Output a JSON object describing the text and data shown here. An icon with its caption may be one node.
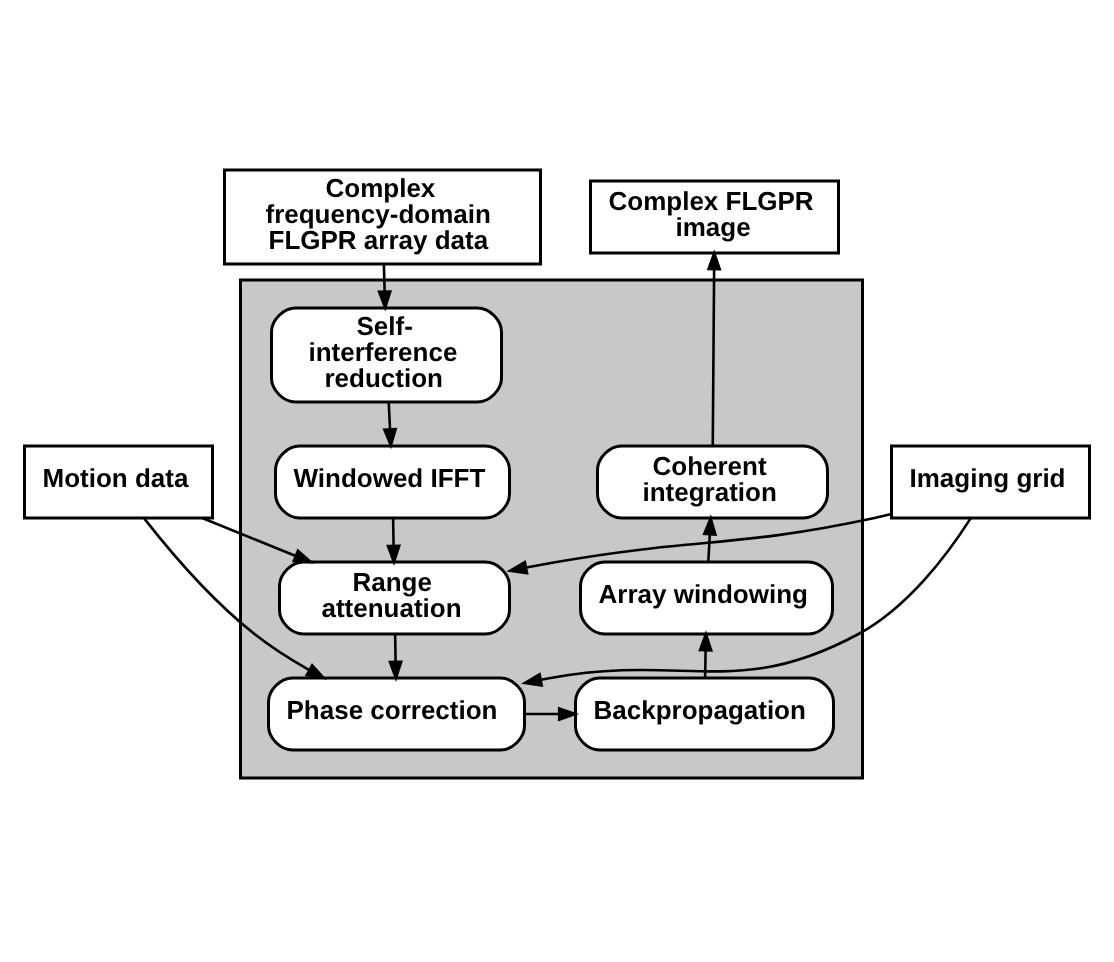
{
  "diagram": {
    "nodes": [
      {
        "text": [
          "Complex frequency-domain FLGPR array data"
        ]
      },
      {
        "text": [
          "Complex FLGPR image"
        ]
      },
      {
        "text": [],
        "shape": "box"
      },
      {
        "text": [
          "Self-interference reduction"
        ],
        "in": 2
      },
      {
        "text": [
          "Windowed IFFT"
        ],
        "in": 2
      },
      {
        "text": [
          "Range attenuation"
        ],
        "in": 2
      },
      {
        "text": [
          "Phase correction"
        ],
        "in": 2
      },
      {
        "text": [
          "Backpropagation"
        ],
        "in": 2
      },
      {
        "text": [
          "Array windowing"
        ],
        "in": 2
      },
      {
        "text": [
          "Coherent integration"
        ],
        "in": 2
      },
      {
        "text": [
          "Motion data"
        ]
      },
      {
        "text": [
          "Imaging grid"
        ]
      }
    ],
    "edges": [
      {
        "from": 0,
        "to": 3,
        "arrow": "to"
      },
      {
        "from": 3,
        "to": 4,
        "arrow": "to"
      },
      {
        "from": 4,
        "to": 5,
        "arrow": "to"
      },
      {
        "from": 5,
        "to": 6,
        "arrow": "to"
      },
      {
        "from": 6,
        "to": 7,
        "arrow": "to"
      },
      {
        "from": 7,
        "to": 8,
        "arrow": "to"
      },
      {
        "from": 8,
        "to": 9,
        "arrow": "to"
      },
      {
        "from": 9,
        "to": 1,
        "arrow": "to"
      },
      {
        "from": 10,
        "to": 5,
        "arrow": "to"
      },
      {
        "from": 10,
        "to": 6,
        "arrow": "to"
      },
      {
        "from": 11,
        "to": 5,
        "arrow": "to"
      },
      {
        "from": 11,
        "to": 6,
        "arrow": "to"
      }
    ]
  }
}
